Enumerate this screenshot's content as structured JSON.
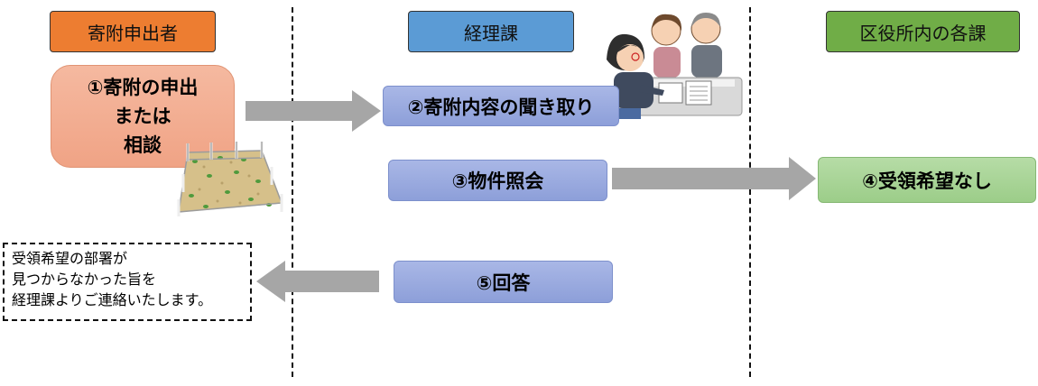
{
  "lanes": {
    "donor": "寄附申出者",
    "accounting": "経理課",
    "ward_offices": "区役所内の各課"
  },
  "steps": {
    "step1_line1": "①寄附の申出",
    "step1_line2": "または",
    "step1_line3": "相談",
    "step2": "②寄附内容の聞き取り",
    "step3": "③物件照会",
    "step4": "④受領希望なし",
    "step5": "⑤回答"
  },
  "note": {
    "line1": "受領希望の部署が",
    "line2": "見つからなかった旨を",
    "line3": "経理課よりご連絡いたします。"
  },
  "colors": {
    "donor_header": "#ed7d31",
    "accounting_header": "#5b9bd5",
    "ward_header": "#70ad47",
    "arrow": "#a6a6a6"
  },
  "icons": {
    "illustration_consultation": "consultation-illustration",
    "illustration_land": "vacant-land-illustration"
  }
}
